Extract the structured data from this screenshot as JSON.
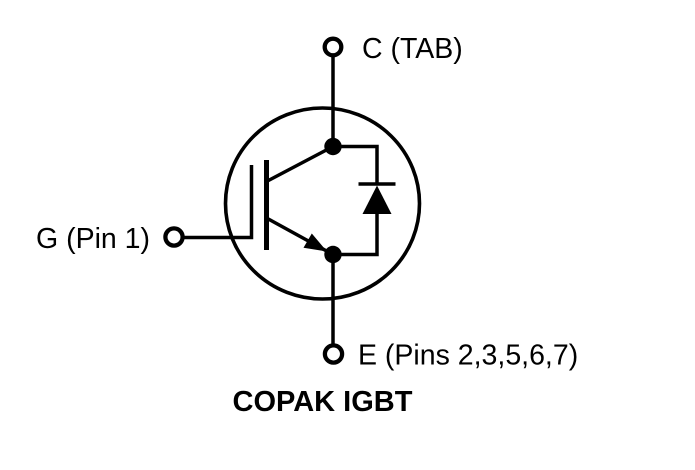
{
  "diagram": {
    "title": "COPAK IGBT",
    "labels": {
      "collector": "C (TAB)",
      "gate": "G (Pin 1)",
      "emitter": "E (Pins 2,3,5,6,7)"
    },
    "colors": {
      "background": "#ffffff",
      "line": "#000000",
      "text": "#000000"
    },
    "symbols": [
      "transistor-envelope-circle",
      "igbt-symbol",
      "freewheeling-diode-symbol",
      "open-terminal-circle",
      "junction-dot"
    ]
  }
}
